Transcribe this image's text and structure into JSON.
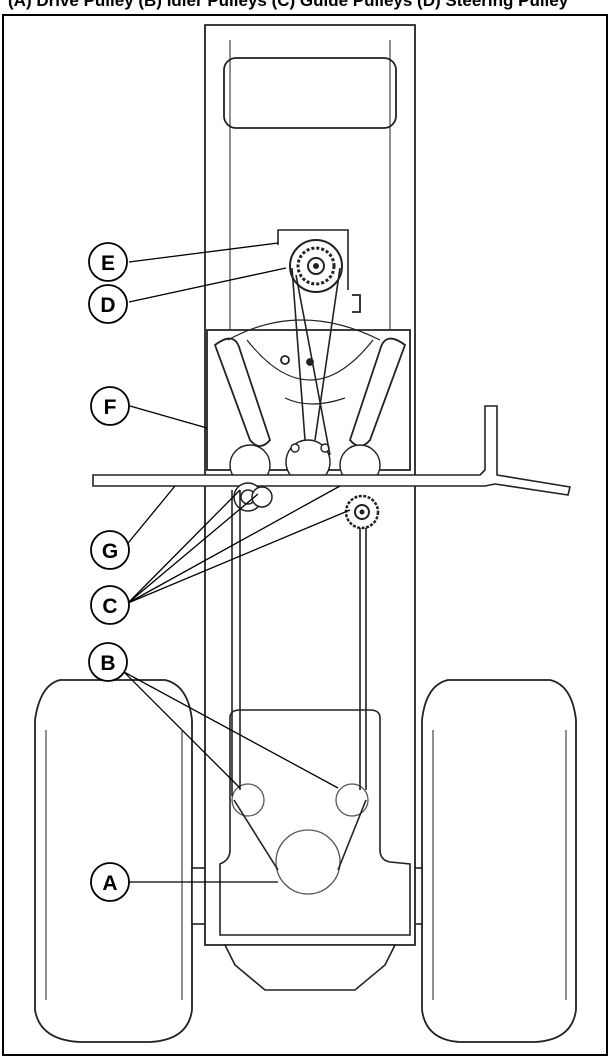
{
  "caption": "(A) Drive Pulley   (B) Idler Pulleys   (C) Guide Pulleys   (D) Steering Pulley",
  "callouts": [
    {
      "id": "E",
      "label": "E"
    },
    {
      "id": "D",
      "label": "D"
    },
    {
      "id": "F",
      "label": "F"
    },
    {
      "id": "G",
      "label": "G"
    },
    {
      "id": "C",
      "label": "C"
    },
    {
      "id": "B",
      "label": "B"
    },
    {
      "id": "A",
      "label": "A"
    }
  ]
}
